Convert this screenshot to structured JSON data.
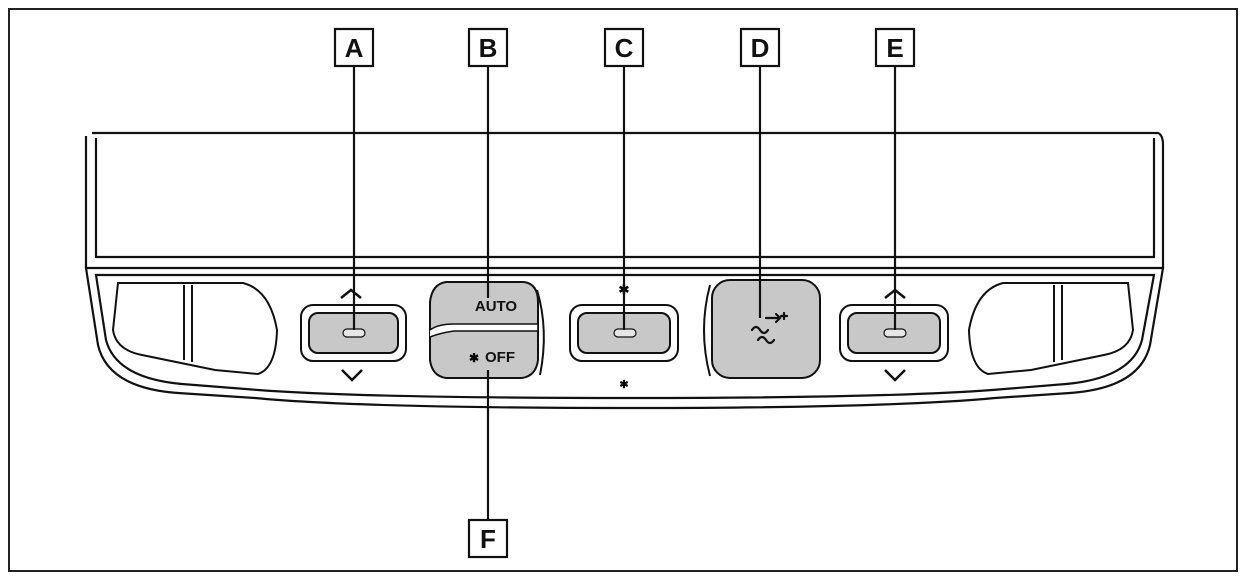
{
  "callouts": {
    "a": "A",
    "b": "B",
    "c": "C",
    "d": "D",
    "e": "E",
    "f": "F"
  },
  "buttons": {
    "auto_label": "AUTO",
    "off_label": "OFF"
  },
  "icons": {
    "temp_left_up": "chevron-up-icon",
    "temp_left_down": "chevron-down-icon",
    "fan_high": "fan-high-icon",
    "fan_low": "fan-low-icon",
    "defroster": "rear-defroster-icon",
    "temp_right_up": "chevron-up-icon",
    "temp_right_down": "chevron-down-icon"
  },
  "colors": {
    "button_fill": "#c8c8c8",
    "line": "#111111",
    "panel": "#ffffff"
  }
}
